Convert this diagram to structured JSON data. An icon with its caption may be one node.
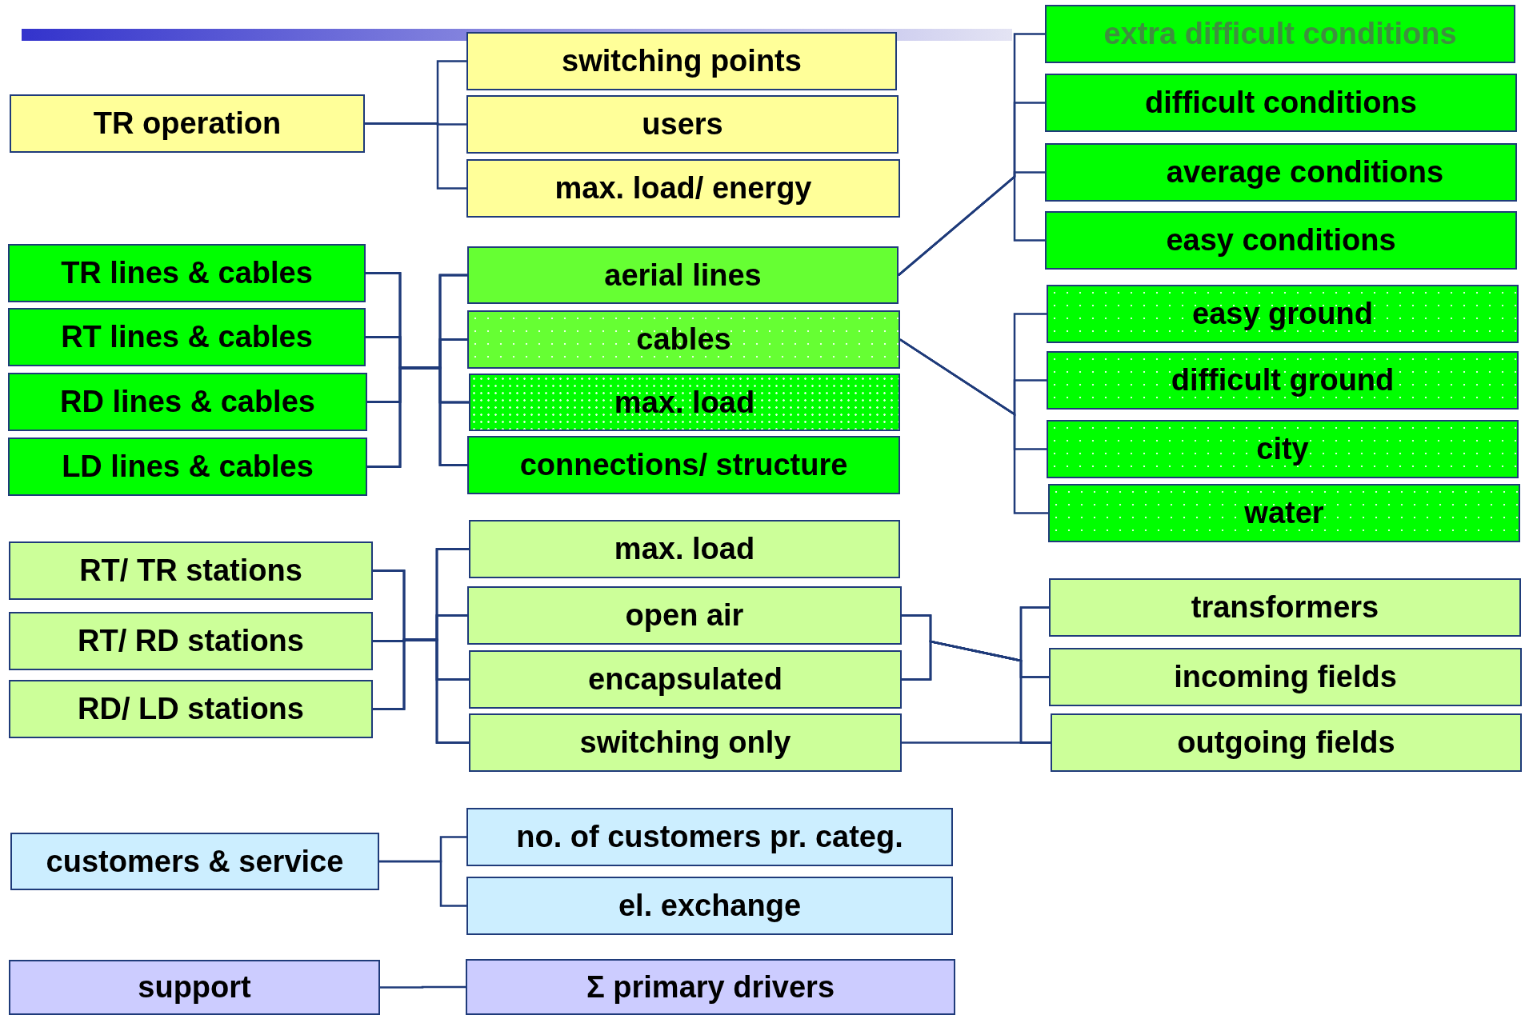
{
  "diagram": {
    "nodes": [
      {
        "text": [
          "TR operation"
        ]
      },
      {
        "text": [
          "switching points"
        ]
      },
      {
        "text": [
          "users"
        ]
      },
      {
        "text": [
          "max. load/ energy"
        ]
      },
      {
        "text": [
          "extra difficult conditions"
        ]
      },
      {
        "text": [
          "difficult conditions"
        ]
      },
      {
        "text": [
          "average conditions"
        ]
      },
      {
        "text": [
          "easy conditions"
        ]
      },
      {
        "text": [
          "TR lines & cables"
        ]
      },
      {
        "text": [
          "RT lines & cables"
        ]
      },
      {
        "text": [
          "RD lines & cables"
        ]
      },
      {
        "text": [
          "LD lines & cables"
        ]
      },
      {
        "text": [
          "aerial lines"
        ]
      },
      {
        "text": [
          "cables"
        ]
      },
      {
        "text": [
          "max. load"
        ]
      },
      {
        "text": [
          "connections/ structure"
        ]
      },
      {
        "text": [
          "easy ground"
        ]
      },
      {
        "text": [
          "difficult ground"
        ]
      },
      {
        "text": [
          "city"
        ]
      },
      {
        "text": [
          "water"
        ]
      },
      {
        "text": [
          "RT/ TR stations"
        ]
      },
      {
        "text": [
          "RT/ RD stations"
        ]
      },
      {
        "text": [
          "RD/ LD stations"
        ]
      },
      {
        "text": [
          "max. load"
        ]
      },
      {
        "text": [
          "open air"
        ]
      },
      {
        "text": [
          "encapsulated"
        ]
      },
      {
        "text": [
          "switching only"
        ]
      },
      {
        "text": [
          "transformers"
        ]
      },
      {
        "text": [
          "incoming fields"
        ]
      },
      {
        "text": [
          "outgoing fields"
        ]
      },
      {
        "text": [
          "customers & service"
        ]
      },
      {
        "text": [
          "no. of customers pr. categ."
        ]
      },
      {
        "text": [
          "el. exchange"
        ]
      },
      {
        "text": [
          "support"
        ]
      },
      {
        "text": [
          "Σ primary drivers"
        ]
      }
    ],
    "edges": [
      {
        "from": 0,
        "to": 1,
        "arrow": "none"
      },
      {
        "from": 0,
        "to": 2,
        "arrow": "none"
      },
      {
        "from": 0,
        "to": 3,
        "arrow": "none"
      },
      {
        "from": 8,
        "to": 12,
        "arrow": "none"
      },
      {
        "from": 8,
        "to": 13,
        "arrow": "none"
      },
      {
        "from": 8,
        "to": 14,
        "arrow": "none"
      },
      {
        "from": 8,
        "to": 15,
        "arrow": "none"
      },
      {
        "from": 9,
        "to": 12,
        "arrow": "none"
      },
      {
        "from": 9,
        "to": 13,
        "arrow": "none"
      },
      {
        "from": 9,
        "to": 14,
        "arrow": "none"
      },
      {
        "from": 9,
        "to": 15,
        "arrow": "none"
      },
      {
        "from": 10,
        "to": 12,
        "arrow": "none"
      },
      {
        "from": 10,
        "to": 13,
        "arrow": "none"
      },
      {
        "from": 10,
        "to": 14,
        "arrow": "none"
      },
      {
        "from": 10,
        "to": 15,
        "arrow": "none"
      },
      {
        "from": 11,
        "to": 12,
        "arrow": "none"
      },
      {
        "from": 11,
        "to": 13,
        "arrow": "none"
      },
      {
        "from": 11,
        "to": 14,
        "arrow": "none"
      },
      {
        "from": 11,
        "to": 15,
        "arrow": "none"
      },
      {
        "from": 12,
        "to": 4,
        "arrow": "none"
      },
      {
        "from": 12,
        "to": 5,
        "arrow": "none"
      },
      {
        "from": 12,
        "to": 6,
        "arrow": "none"
      },
      {
        "from": 12,
        "to": 7,
        "arrow": "none"
      },
      {
        "from": 13,
        "to": 16,
        "arrow": "none"
      },
      {
        "from": 13,
        "to": 17,
        "arrow": "none"
      },
      {
        "from": 13,
        "to": 18,
        "arrow": "none"
      },
      {
        "from": 13,
        "to": 19,
        "arrow": "none"
      },
      {
        "from": 20,
        "to": 23,
        "arrow": "none"
      },
      {
        "from": 20,
        "to": 24,
        "arrow": "none"
      },
      {
        "from": 20,
        "to": 25,
        "arrow": "none"
      },
      {
        "from": 20,
        "to": 26,
        "arrow": "none"
      },
      {
        "from": 21,
        "to": 23,
        "arrow": "none"
      },
      {
        "from": 21,
        "to": 24,
        "arrow": "none"
      },
      {
        "from": 21,
        "to": 25,
        "arrow": "none"
      },
      {
        "from": 21,
        "to": 26,
        "arrow": "none"
      },
      {
        "from": 22,
        "to": 23,
        "arrow": "none"
      },
      {
        "from": 22,
        "to": 24,
        "arrow": "none"
      },
      {
        "from": 22,
        "to": 25,
        "arrow": "none"
      },
      {
        "from": 22,
        "to": 26,
        "arrow": "none"
      },
      {
        "from": 24,
        "to": 27,
        "arrow": "none"
      },
      {
        "from": 24,
        "to": 28,
        "arrow": "none"
      },
      {
        "from": 24,
        "to": 29,
        "arrow": "none"
      },
      {
        "from": 25,
        "to": 27,
        "arrow": "none"
      },
      {
        "from": 25,
        "to": 28,
        "arrow": "none"
      },
      {
        "from": 25,
        "to": 29,
        "arrow": "none"
      },
      {
        "from": 26,
        "to": 29,
        "arrow": "none"
      },
      {
        "from": 30,
        "to": 31,
        "arrow": "none"
      },
      {
        "from": 30,
        "to": 32,
        "arrow": "none"
      },
      {
        "from": 33,
        "to": 34,
        "arrow": "none"
      }
    ]
  }
}
